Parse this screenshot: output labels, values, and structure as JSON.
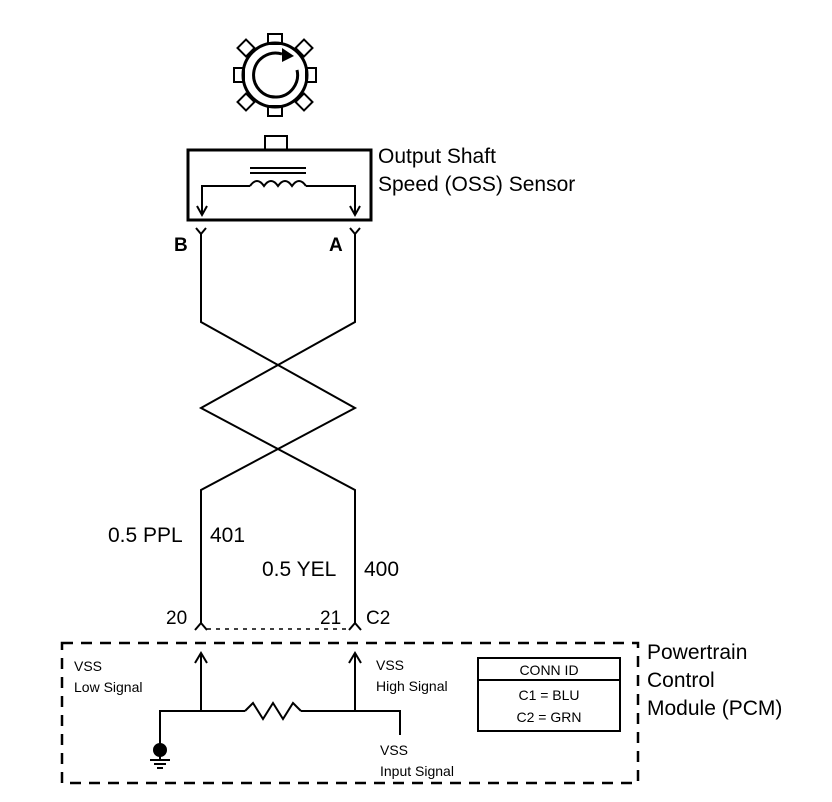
{
  "sensor": {
    "name_line1": "Output Shaft",
    "name_line2": "Speed (OSS) Sensor",
    "terminal_b": "B",
    "terminal_a": "A"
  },
  "wires": {
    "left_gauge_color": "0.5 PPL",
    "left_circuit": "401",
    "right_gauge_color": "0.5 YEL",
    "right_circuit": "400"
  },
  "connector": {
    "pin_left": "20",
    "pin_right": "21",
    "id": "C2"
  },
  "module": {
    "name_line1": "Powertrain",
    "name_line2": "Control",
    "name_line3": "Module (PCM)",
    "low_signal_line1": "VSS",
    "low_signal_line2": "Low Signal",
    "high_signal_line1": "VSS",
    "high_signal_line2": "High Signal",
    "input_signal_line1": "VSS",
    "input_signal_line2": "Input Signal"
  },
  "conn_table": {
    "header": "CONN ID",
    "rows": [
      "C1 = BLU",
      "C2 = GRN"
    ]
  },
  "icons": [
    "rotation-arrow-icon",
    "coil-icon",
    "resistor-icon",
    "ground-icon"
  ]
}
